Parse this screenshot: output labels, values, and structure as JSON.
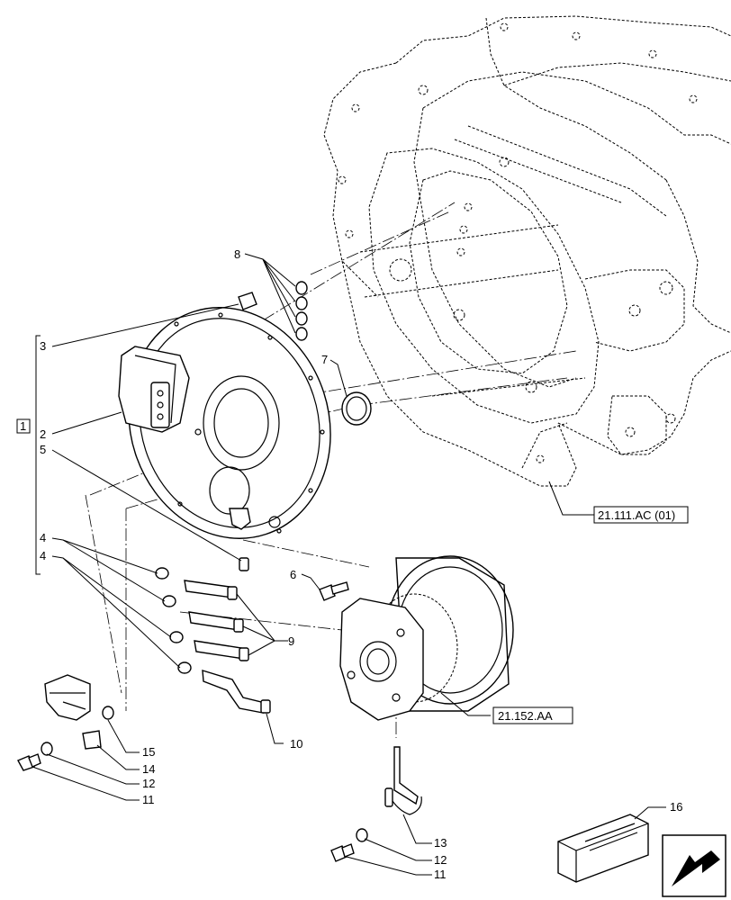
{
  "callouts": {
    "c1": "1",
    "c2": "2",
    "c3": "3",
    "c4a": "4",
    "c4b": "4",
    "c5": "5",
    "c6": "6",
    "c7": "7",
    "c8": "8",
    "c9": "9",
    "c10": "10",
    "c11a": "11",
    "c11b": "11",
    "c12a": "12",
    "c12b": "12",
    "c13": "13",
    "c14": "14",
    "c15": "15",
    "c16": "16"
  },
  "references": {
    "housing": "21.111.AC (01)",
    "clutch": "21.152.AA"
  },
  "icons": {
    "kit": "box-kit-icon",
    "nav": "arrow-icon"
  }
}
